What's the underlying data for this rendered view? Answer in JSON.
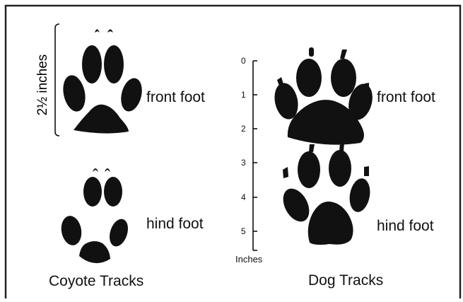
{
  "coyote": {
    "measurement": "2½ inches",
    "front_label": "front foot",
    "hind_label": "hind foot",
    "title": "Coyote Tracks"
  },
  "dog": {
    "front_label": "front foot",
    "hind_label": "hind foot",
    "title": "Dog Tracks",
    "scale_ticks": [
      "0",
      "1",
      "2",
      "3",
      "4",
      "5"
    ],
    "scale_unit": "Inches"
  },
  "colors": {
    "ink": "#111111",
    "border": "#222222",
    "background": "#ffffff"
  }
}
